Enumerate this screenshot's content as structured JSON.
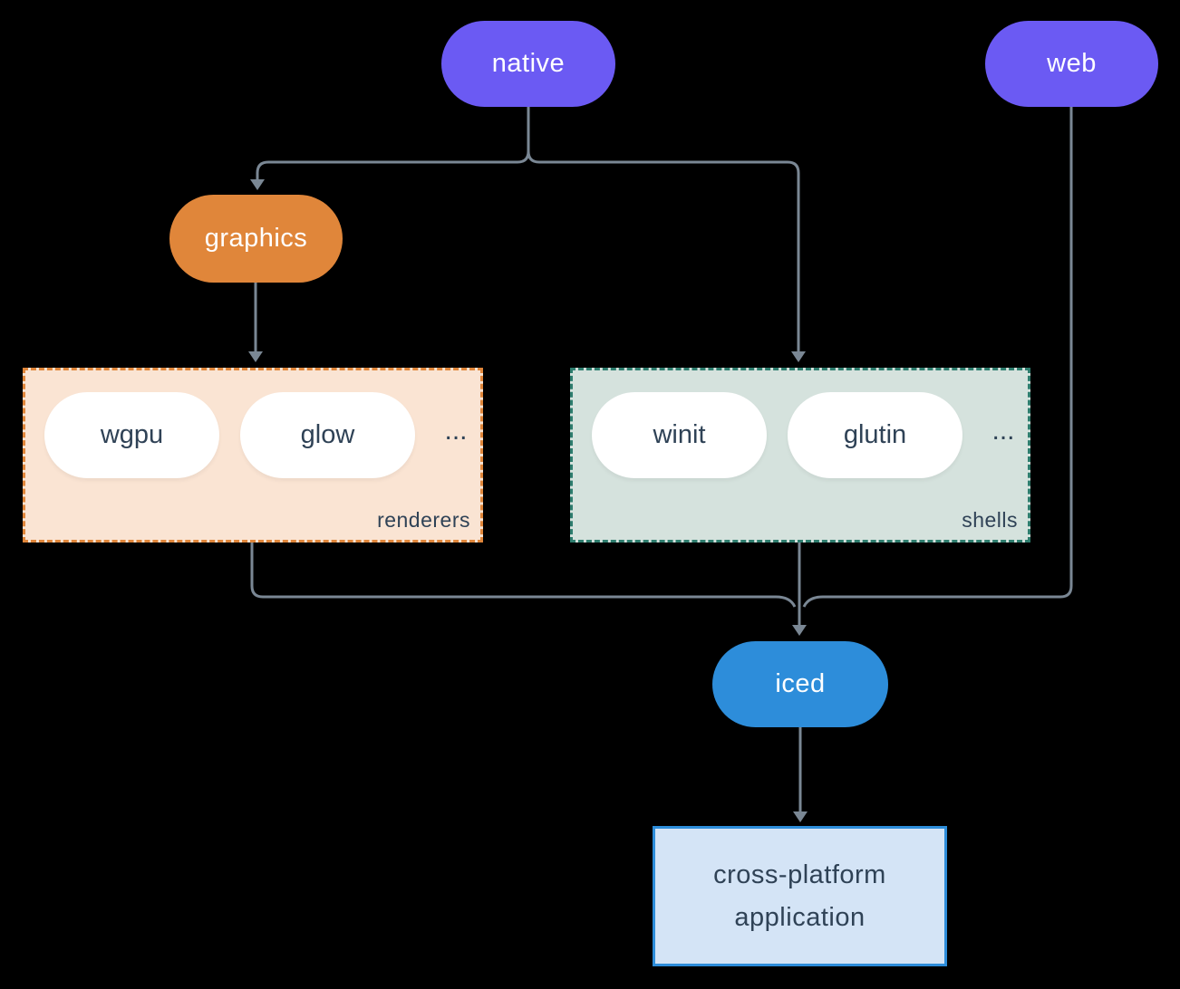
{
  "nodes": {
    "native": "native",
    "web": "web",
    "graphics": "graphics",
    "iced": "iced",
    "application": "cross-platform application"
  },
  "groups": {
    "renderers": {
      "label": "renderers",
      "items": [
        "wgpu",
        "glow"
      ],
      "ellipsis": "..."
    },
    "shells": {
      "label": "shells",
      "items": [
        "winit",
        "glutin"
      ],
      "ellipsis": "..."
    }
  },
  "colors": {
    "purple": "#6b5af3",
    "orange": "#e0863a",
    "peach": "#fae4d3",
    "teal": "#2e7d6e",
    "sage": "#d5e2dd",
    "blue": "#2d8dda",
    "lightblue": "#d4e4f6",
    "line": "#7a8794",
    "slate": "#2f4256"
  }
}
